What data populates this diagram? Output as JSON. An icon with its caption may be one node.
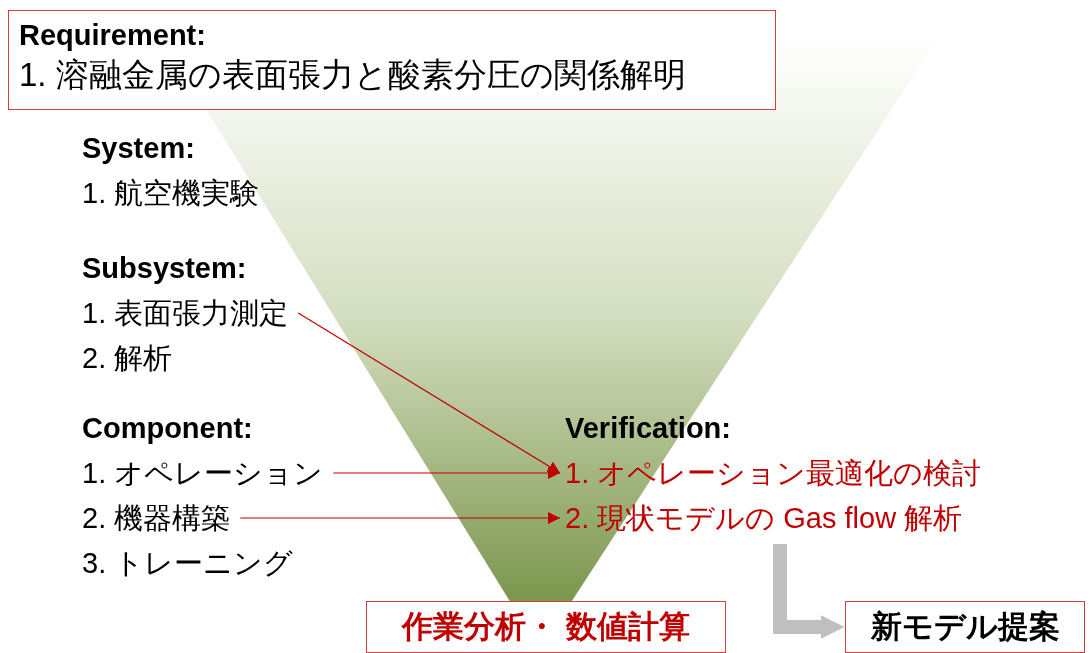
{
  "diagram": {
    "nodes": [
      {
        "text": [
          "Requirement:",
          "1. 溶融金属の表面張力と酸素分圧の関係解明"
        ]
      },
      {
        "text": [
          "1. 表面張力測定"
        ]
      },
      {
        "text": [
          "1. オペレーション"
        ]
      },
      {
        "text": [
          "2. 機器構築"
        ]
      },
      {
        "text": [
          "1. オペレーション最適化の検討"
        ]
      },
      {
        "text": [
          "2. 現状モデルの Gas flow 解析"
        ]
      },
      {
        "text": [
          "作業分析・ 数値計算"
        ]
      },
      {
        "text": [
          "新モデル提案"
        ]
      }
    ],
    "edges": [
      {
        "from": 1,
        "to": 4,
        "arrow": "to"
      },
      {
        "from": 2,
        "to": 4,
        "arrow": "to"
      },
      {
        "from": 3,
        "to": 5,
        "arrow": "to"
      },
      {
        "from": 5,
        "to": 7,
        "arrow": "to",
        "style": "thick",
        "color": "#bfbfbf"
      }
    ],
    "labels": [
      "System:",
      "1. 航空機実験",
      "Subsystem:",
      "2. 解析",
      "Component:",
      "3. トレーニング",
      "Verification:"
    ]
  }
}
